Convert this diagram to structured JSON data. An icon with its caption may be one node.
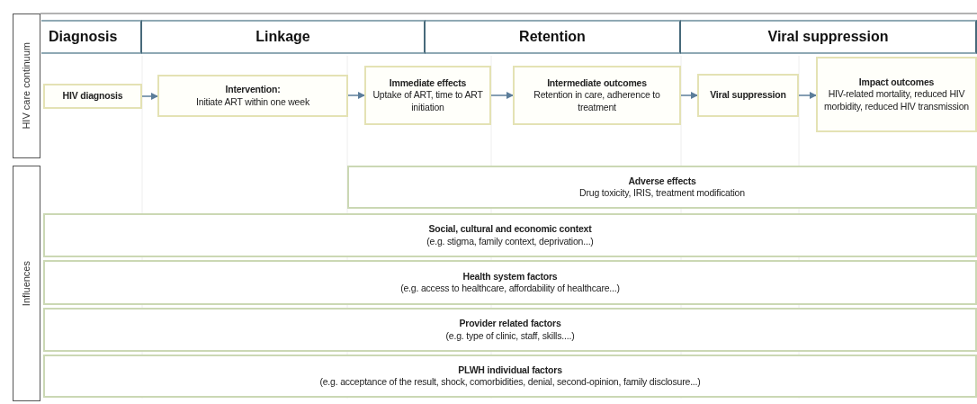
{
  "diagram": {
    "nodes": [
      {
        "text": [
          "HIV care continuum"
        ]
      },
      {
        "text": [
          "Influences"
        ]
      },
      {
        "text": [
          "Diagnosis"
        ]
      },
      {
        "text": [
          "Linkage"
        ]
      },
      {
        "text": [
          "Retention"
        ]
      },
      {
        "text": [
          "Viral suppression"
        ]
      },
      {
        "text": [
          "HIV diagnosis"
        ]
      },
      {
        "text": [
          "Intervention:",
          "Initiate ART within one week"
        ]
      },
      {
        "text": [
          "Immediate effects",
          "Uptake of ART, time to ART initiation"
        ]
      },
      {
        "text": [
          "Intermediate outcomes",
          "Retention in care, adherence to treatment"
        ]
      },
      {
        "text": [
          "Viral suppression"
        ]
      },
      {
        "text": [
          "Impact outcomes",
          "HIV-related mortality, reduced HIV morbidity, reduced HIV transmission"
        ]
      },
      {
        "text": [
          "Adverse effects",
          "Drug toxicity, IRIS, treatment modification"
        ]
      },
      {
        "text": [
          "Social, cultural and economic context",
          "(e.g. stigma, family context, deprivation...)"
        ]
      },
      {
        "text": [
          "Health system factors",
          "(e.g. access to healthcare, affordability of healthcare...)"
        ]
      },
      {
        "text": [
          "Provider related factors",
          "(e.g. type of clinic, staff, skills....)"
        ]
      },
      {
        "text": [
          "PLWH individual factors",
          "(e.g. acceptance of the result, shock, comorbidities, denial, second-opinion, family disclosure...)"
        ]
      }
    ],
    "edges": [
      {
        "from": 6,
        "to": 7,
        "arrow": "to"
      },
      {
        "from": 7,
        "to": 8,
        "arrow": "to"
      },
      {
        "from": 8,
        "to": 9,
        "arrow": "to"
      },
      {
        "from": 9,
        "to": 10,
        "arrow": "to"
      },
      {
        "from": 10,
        "to": 11,
        "arrow": "to"
      }
    ]
  }
}
